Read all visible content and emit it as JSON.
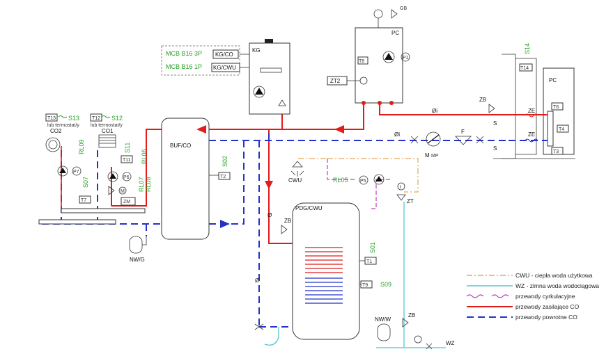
{
  "labels": {
    "gb": "GB",
    "pc_top": "PC",
    "p1": "P1",
    "t8": "T8",
    "zt2": "ZT2",
    "kg": "KG",
    "mcb3": "MCB B16 3P",
    "mcb1": "MCB B16 1P",
    "kgco": "KG/CO",
    "kgcwu": "KG/CWU",
    "s14": "S14",
    "t14": "T14",
    "pc_right": "PC",
    "zb_right": "ZB",
    "ze1": "ZE",
    "ze2": "ZE",
    "t6": "T6",
    "t4": "T4",
    "t3": "T3",
    "s_upper": "S",
    "s_lower": "S",
    "oi_upper": "Øi",
    "oi_lower": "Øi",
    "f": "F",
    "mmp": "M",
    "mmp_sub": "MP",
    "t13": "T13",
    "s13": "S13",
    "lub1": "lub termostat/y",
    "co2": "CO2",
    "t12": "T12",
    "s12": "S12",
    "lub2": "lub termostat/y",
    "co1": "CO1",
    "s11": "S11",
    "t11": "T11",
    "rl06": "RL06",
    "rl09": "RL09",
    "p7": "P7",
    "p6": "P6",
    "s07": "S07",
    "t7": "T7",
    "rl07": "RL07",
    "rl08": "RL08",
    "m": "M",
    "zm": "ZM",
    "buf": "BUF/CO",
    "s02": "S02",
    "t2": "T2",
    "nwg": "NW/G",
    "cwu_label": "CWU",
    "rl05": "RL05",
    "p5": "P5",
    "zt": "ZT",
    "t_circle": "t",
    "pdg": "PDG/CWU",
    "zb_mid": "ZB",
    "s01": "S01",
    "t1": "T1",
    "t9": "T9",
    "s09": "S09",
    "nww": "NW/W",
    "zb_bottom": "ZB",
    "wz": "WZ",
    "o_pipe1": "Ø",
    "o_pipe2": "Ø"
  },
  "legend": [
    {
      "label": "CWU - ciepła woda użytkowa",
      "color": "#e7a65a",
      "style": "dashdot"
    },
    {
      "label": "WZ - zimna woda wodociągowa",
      "color": "#55c8d2",
      "style": "solid"
    },
    {
      "label": "przewody cyrkulacyjne",
      "color": "#c23cc2",
      "style": "wave"
    },
    {
      "label": "przewody zasilające CO",
      "color": "#e21b1b",
      "style": "solid"
    },
    {
      "label": "przewody powrotne CO",
      "color": "#2432c8",
      "style": "dashed"
    }
  ]
}
